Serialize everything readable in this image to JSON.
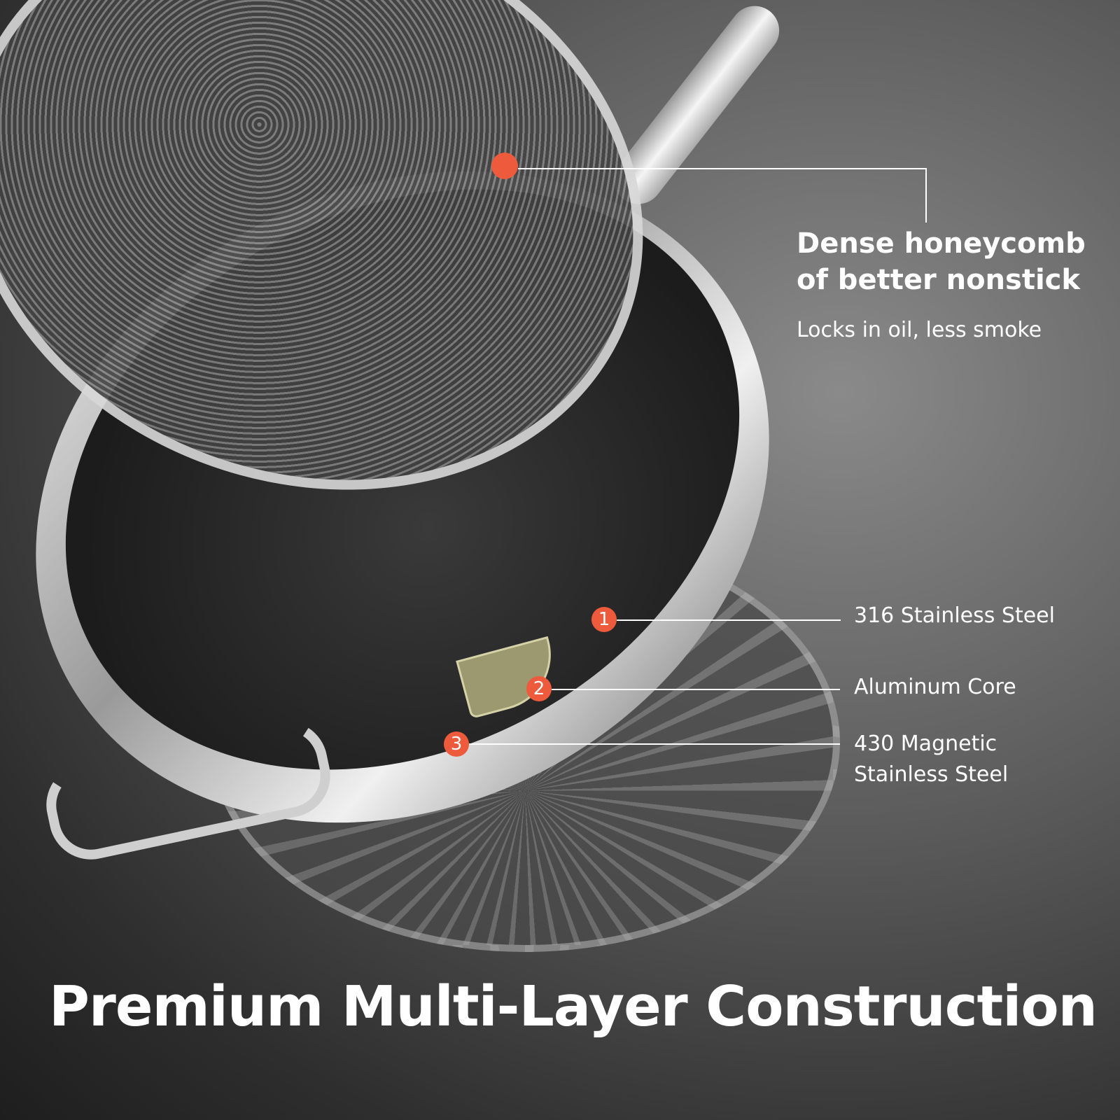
{
  "heading": {
    "line1": "Dense honeycomb",
    "line2": "of better nonstick",
    "sub": "Locks in oil, less smoke"
  },
  "layers": [
    {
      "number": "1",
      "label": "316 Stainless Steel"
    },
    {
      "number": "2",
      "label": "Aluminum Core"
    },
    {
      "number": "3",
      "label_line1": "430 Magnetic",
      "label_line2": "Stainless Steel"
    }
  ],
  "title": "Premium Multi-Layer Construction",
  "colors": {
    "marker": "#ee5a3c",
    "core": "#9c9870"
  }
}
